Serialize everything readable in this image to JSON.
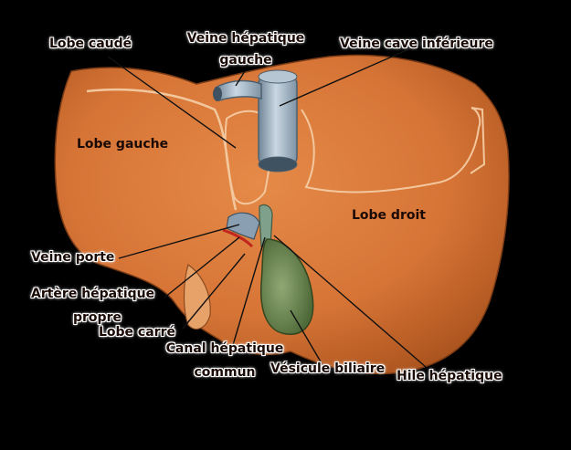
{
  "labels": {
    "lobe_caude": "Lobe caudé",
    "veine_hepatique_gauche_1": "Veine hépatique",
    "veine_hepatique_gauche_2": "gauche",
    "veine_cave_inferieure": "Veine cave inférieure",
    "lobe_gauche": "Lobe gauche",
    "lobe_droit": "Lobe droit",
    "veine_porte": "Veine porte",
    "artere_hepatique_1": "Artère hépatique",
    "artere_hepatique_2": "propre",
    "lobe_carre": "Lobe carré",
    "canal_hepatique_1": "Canal hépatique",
    "canal_hepatique_2": "commun",
    "vesicule_biliaire": "Vésicule biliaire",
    "hile_hepatique": "Hile hépatique"
  },
  "colors": {
    "background": "#000000",
    "liver": "#d97a3c",
    "liver_shadow": "#a8521f",
    "vein": "#9fb4c4",
    "gallbladder": "#6f8a54",
    "leader_line": "#1a1a1a"
  }
}
